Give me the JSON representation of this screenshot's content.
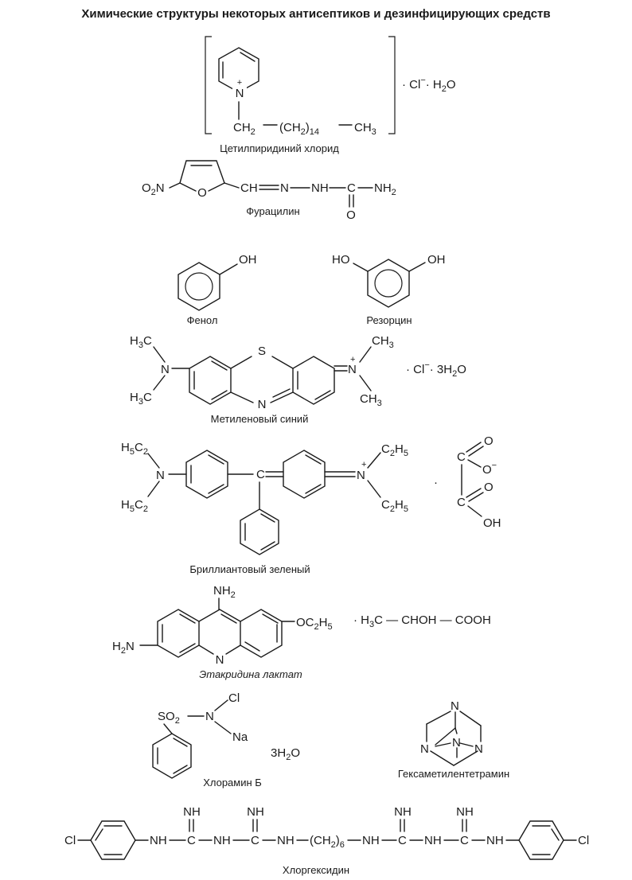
{
  "page": {
    "title": "Химические структуры некоторых антисептиков и дезинфицирующих средств"
  },
  "compounds": [
    {
      "name": "Цетилпиридиний хлорид"
    },
    {
      "name": "Фурацилин"
    },
    {
      "name": "Фенол"
    },
    {
      "name": "Резорцин"
    },
    {
      "name": "Метиленовый синий"
    },
    {
      "name": "Бриллиантовый зеленый"
    },
    {
      "name": "Этакридина лактат"
    },
    {
      "name": "Хлорамин Б"
    },
    {
      "name": "Гексаметилентетрамин"
    },
    {
      "name": "Хлоргексидин"
    }
  ],
  "labels": {
    "cetyl": {
      "n_plus": "+",
      "n": "N",
      "ch2": "CH",
      "sub2": "2",
      "chain_a": "(CH",
      "chain_sub": "2",
      "chain_b": ")",
      "chain_n": "14",
      "ch3": "CH",
      "sub3": "3",
      "salt": "· Cl",
      "salt_minus": "−",
      "salt_water": "· H",
      "water_sub": "2",
      "water_o": "O"
    },
    "furacilin": {
      "o2n_a": "O",
      "o2n_sub": "2",
      "o2n_b": "N",
      "ring_o": "O",
      "ch": "CH",
      "n1": "N",
      "nh": "NH",
      "c": "C",
      "nh2": "NH",
      "nh2_sub": "2",
      "carbonyl_o": "O"
    },
    "phenol": {
      "oh": "OH"
    },
    "resorcinol": {
      "ho": "HO",
      "oh": "OH"
    },
    "methylene": {
      "h3c": "H",
      "h3c_sub": "3",
      "c": "C",
      "n_left": "N",
      "s": "S",
      "n_ring": "N",
      "n_right": "N",
      "n_plus": "+",
      "ch3": "CH",
      "ch3_sub": "3",
      "salt": "· Cl",
      "salt_minus": "−",
      "water": "· 3H",
      "water_sub": "2",
      "water_o": "O"
    },
    "green": {
      "h5c2": "H",
      "h5": "5",
      "c": "C",
      "c2": "2",
      "n_left": "N",
      "n_right": "N",
      "n_plus": "+",
      "c2h5": "C",
      "c2h5_2": "2",
      "h": "H",
      "h5b": "5",
      "center_c": "C",
      "dot": "·",
      "o": "O",
      "o_minus": "O",
      "minus": "−",
      "c_ox": "C",
      "oh": "OH"
    },
    "ethacridine": {
      "nh2": "NH",
      "nh2_sub": "2",
      "h2n": "H",
      "h2n_sub": "2",
      "h2n_n": "N",
      "ring_n": "N",
      "oc": "OC",
      "oc_sub": "2",
      "oc_h": "H",
      "oc_sub5": "5",
      "lactate": "· H",
      "lactate_sub": "3",
      "lactate_rest": "C — CHOH — COOH"
    },
    "chloramine": {
      "so": "SO",
      "so_sub": "2",
      "n": "N",
      "cl": "Cl",
      "na": "Na",
      "water": "3H",
      "water_sub": "2",
      "water_o": "O"
    },
    "hexamine": {
      "n": "N"
    },
    "chlorhexidine": {
      "cl": "Cl",
      "nh": "NH",
      "c": "C",
      "imino": "NH",
      "chain_a": "(CH",
      "chain_sub": "2",
      "chain_b": ")",
      "chain_n": "6"
    }
  }
}
